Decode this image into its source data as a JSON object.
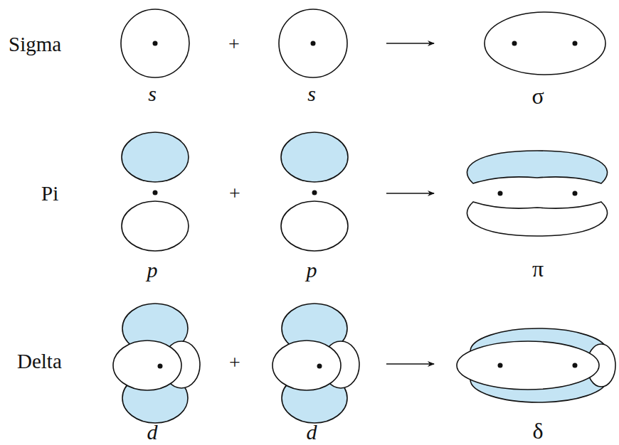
{
  "diagram": {
    "labels": [
      "Sigma",
      "s",
      "+",
      "s",
      "σ",
      "Pi",
      "p",
      "+",
      "p",
      "π",
      "Delta",
      "d",
      "+",
      "d",
      "δ"
    ]
  }
}
